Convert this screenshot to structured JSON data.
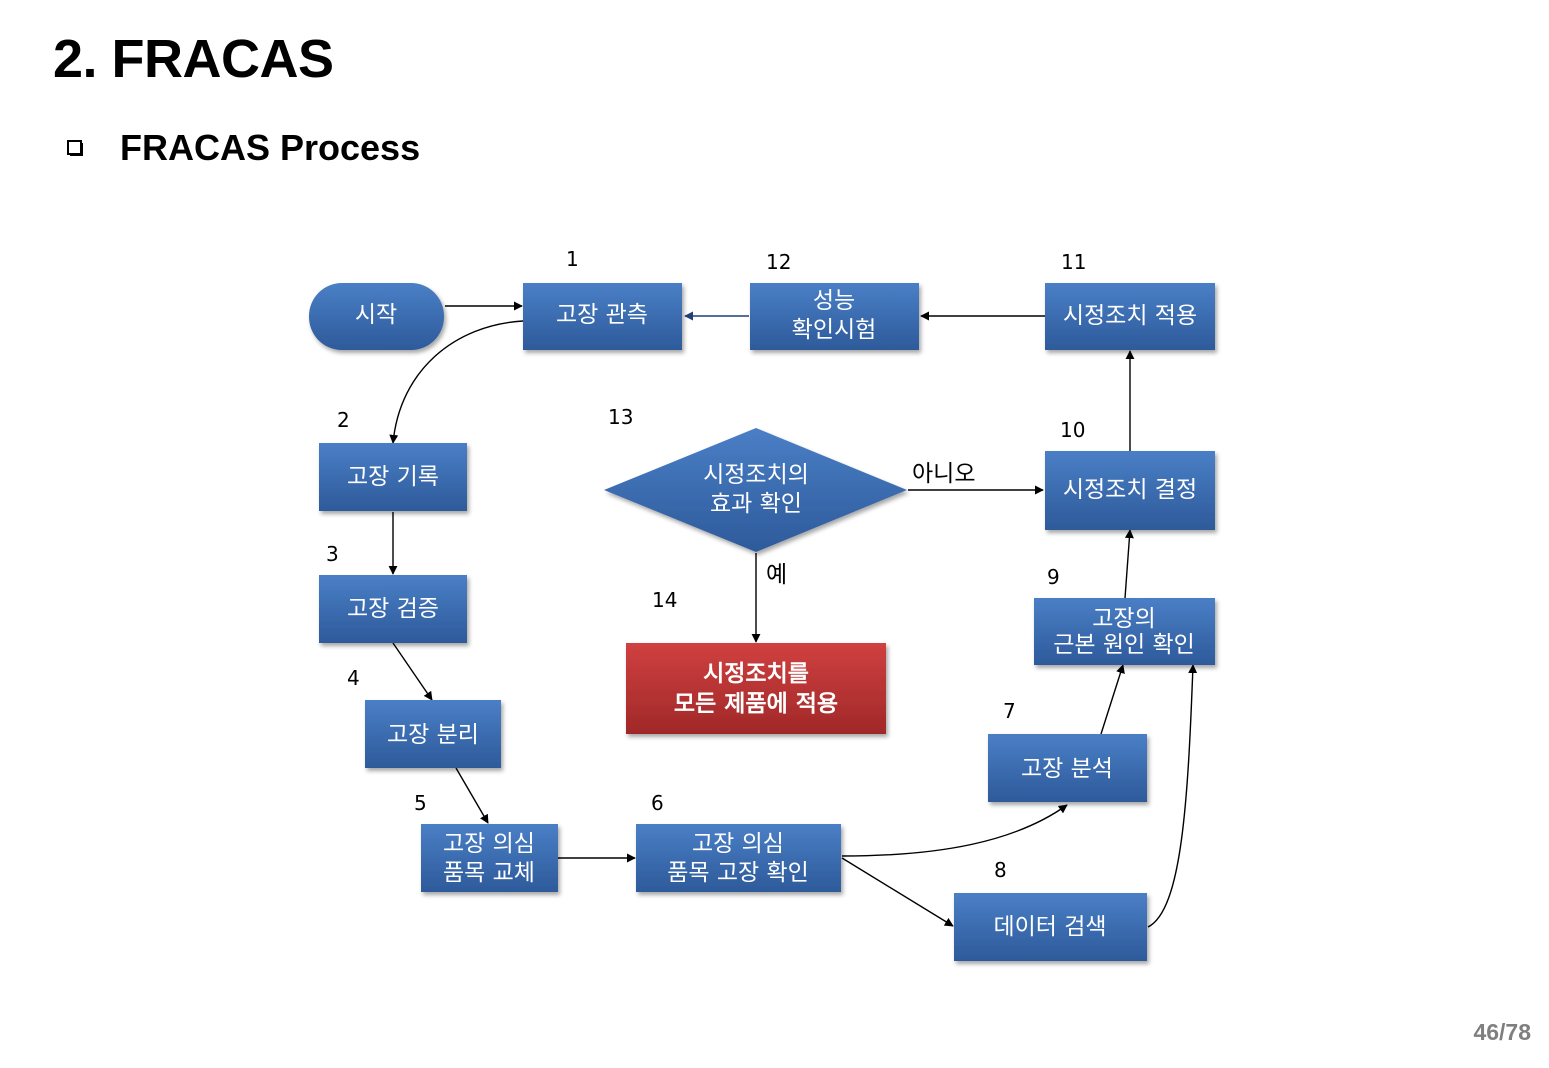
{
  "header": {
    "title": "2. FRACAS",
    "subtitle": "FRACAS Process"
  },
  "colors": {
    "box_fill_top": "#4a7fc6",
    "box_fill_bottom": "#2d5a9a",
    "final_fill_top": "#d04040",
    "final_fill_bottom": "#a02828",
    "connector": "#000000",
    "page_number": "#7f7f7f"
  },
  "diagram": {
    "start": "시작",
    "nodes": {
      "n1": "고장 관측",
      "n2": "고장 기록",
      "n3": "고장 검증",
      "n4": "고장 분리",
      "n5_line1": "고장 의심",
      "n5_line2": "품목 교체",
      "n6_line1": "고장 의심",
      "n6_line2": "품목 고장 확인",
      "n7": "고장 분석",
      "n8": "데이터 검색",
      "n9_line1": "고장의",
      "n9_line2": "근본 원인 확인",
      "n10": "시정조치 결정",
      "n11": "시정조치 적용",
      "n12_line1": "성능",
      "n12_line2": "확인시험",
      "n13_line1": "시정조치의",
      "n13_line2": "효과 확인",
      "n14_line1": "시정조치를",
      "n14_line2": "모든 제품에 적용"
    },
    "step_numbers": {
      "s1": "1",
      "s2": "2",
      "s3": "3",
      "s4": "4",
      "s5": "5",
      "s6": "6",
      "s7": "7",
      "s8": "8",
      "s9": "9",
      "s10": "10",
      "s11": "11",
      "s12": "12",
      "s13": "13",
      "s14": "14"
    },
    "edge_labels": {
      "no": "아니오",
      "yes": "예"
    }
  },
  "footer": {
    "page": "46/78"
  }
}
